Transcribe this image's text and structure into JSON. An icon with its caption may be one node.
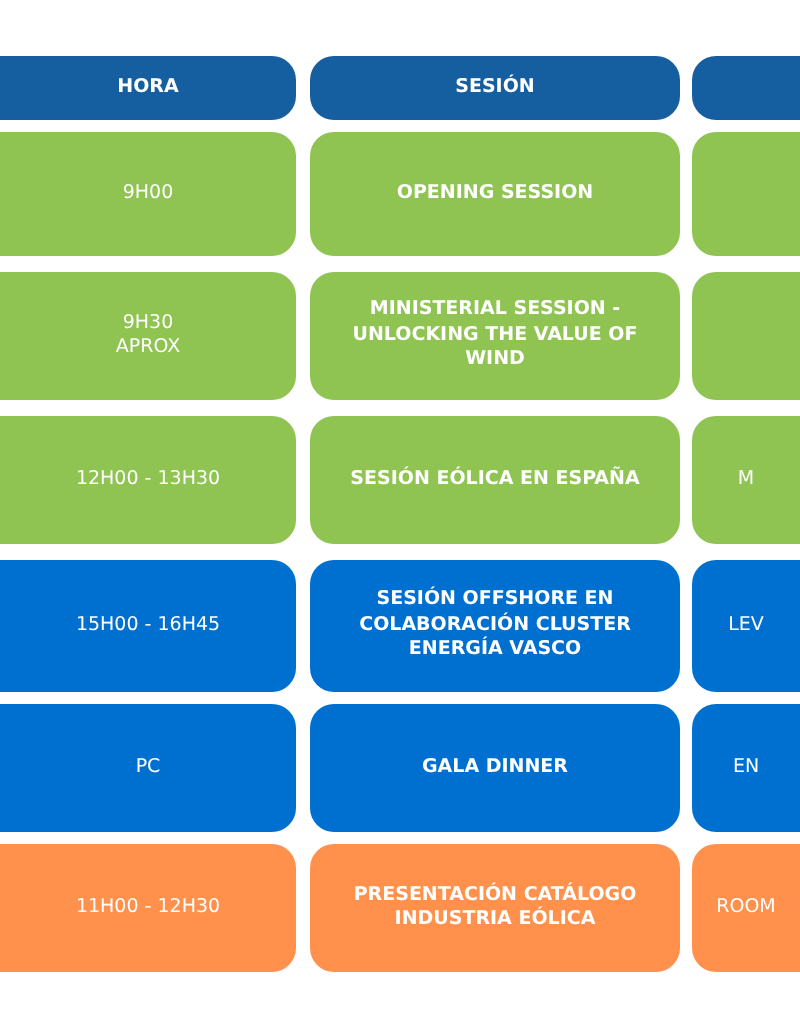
{
  "diagram": {
    "labels": [
      "HORA",
      "SESIÓN",
      "9H00",
      "OPENING SESSION",
      "9H30 APROX",
      "MINISTERIAL SESSION - UNLOCKING THE VALUE OF WIND",
      "12H00 - 13H30",
      "SESIÓN EÓLICA EN ESPAÑA",
      "M",
      "15H00 - 16H45",
      "SESIÓN OFFSHORE EN COLABORACIÓN CLUSTER ENERGÍA VASCO",
      "LEV",
      "PC",
      "GALA DINNER",
      "EN",
      "11H00 - 12H30",
      "PRESENTACIÓN CATÁLOGO INDUSTRIA EÓLICA",
      "ROOM"
    ]
  }
}
